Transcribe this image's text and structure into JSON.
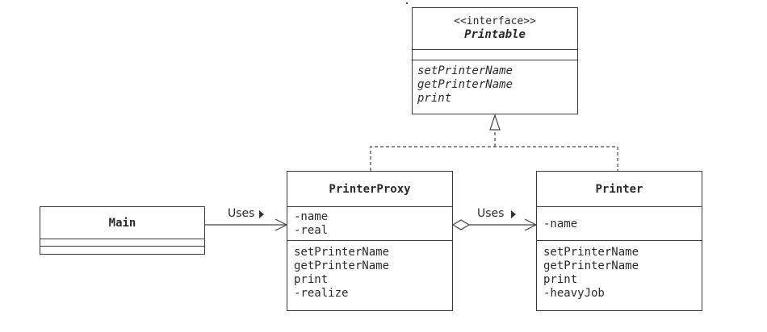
{
  "interface": {
    "stereotype": "<<interface>>",
    "name": "Printable",
    "methods": [
      "setPrinterName",
      "getPrinterName",
      "print"
    ]
  },
  "main": {
    "name": "Main"
  },
  "proxy": {
    "name": "PrinterProxy",
    "fields": [
      "-name",
      "-real"
    ],
    "methods": [
      "setPrinterName",
      "getPrinterName",
      "print",
      "-realize"
    ]
  },
  "printer": {
    "name": "Printer",
    "fields": [
      "-name"
    ],
    "methods": [
      "setPrinterName",
      "getPrinterName",
      "print",
      "-heavyJob"
    ]
  },
  "relations": {
    "main_to_proxy": "Uses",
    "proxy_to_printer": "Uses"
  }
}
